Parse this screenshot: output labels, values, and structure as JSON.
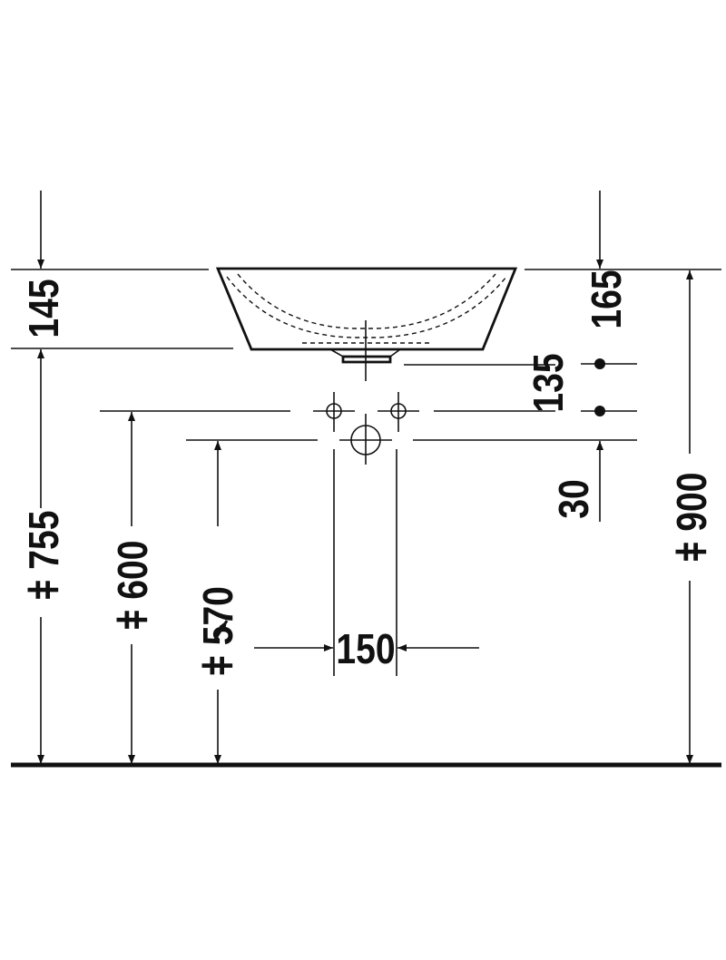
{
  "drawing": {
    "dimensions": {
      "basin_height": "145",
      "tap_top_height": "165",
      "tap_hole_offset": "135",
      "waste_offset": "30",
      "top_height_label": "ǂ 755",
      "tap_holes_height_label": "ǂ 600",
      "waste_height_label": "ǂ 570",
      "overall_height_label": "ǂ 900",
      "tap_spacing": "150"
    },
    "color": "#111111"
  }
}
